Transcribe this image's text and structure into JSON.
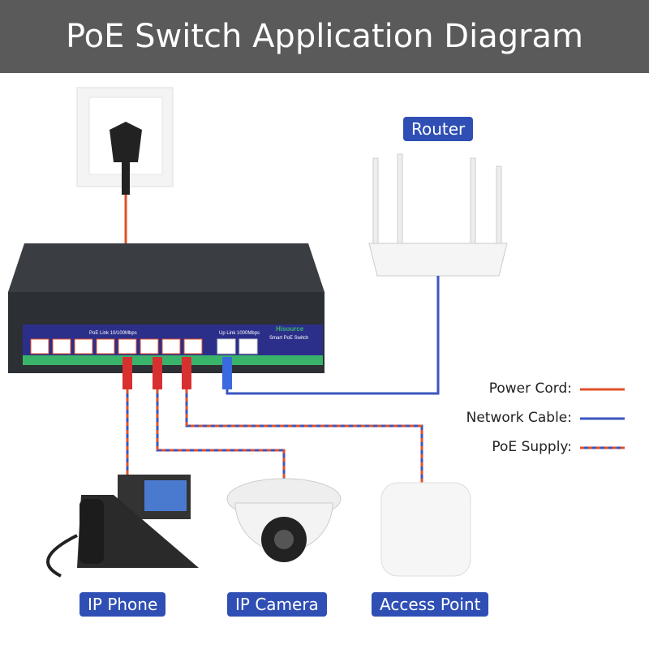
{
  "title": "PoE Switch Application Diagram",
  "labels": {
    "router": "Router",
    "phone": "IP Phone",
    "camera": "IP Camera",
    "ap": "Access Point"
  },
  "legend": [
    {
      "label": "Power Cord:",
      "color": "#e0502a",
      "style": "solid"
    },
    {
      "label": "Network Cable:",
      "color": "#3a56c0",
      "style": "solid"
    },
    {
      "label": "PoE Supply:",
      "color": "#e0502a",
      "color2": "#3a56c0",
      "style": "dashed"
    }
  ],
  "switch": {
    "brand": "Hisource",
    "model": "Smart PoE Switch",
    "poe_link": "PoE Link  10/100Mbps",
    "up_link": "Up Link  1000Mbps"
  }
}
